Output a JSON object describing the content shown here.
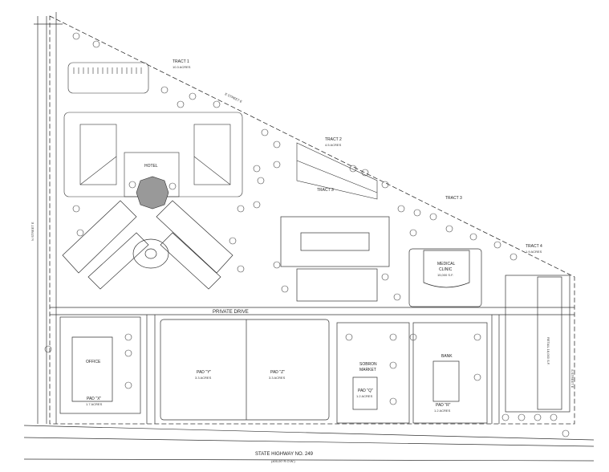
{
  "labels": {
    "tract1": "TRACT 1",
    "tract1_acres": "10.3 ACRES",
    "tract2": "TRACT 2",
    "tract2_acres": "4.5 ACRES",
    "tract3": "TRACT 3",
    "tract4": "TRACT 4",
    "tract4_acres": "1.9 ACRES",
    "hotel": "HOTEL",
    "medical_clinic": "MEDICAL",
    "medical_clinic2": "CLINIC",
    "medical_sf": "15,000 S.F.",
    "retail": "RETAIL 18,000 S.F.",
    "private_drive": "PRIVATE DRIVE",
    "pad_x": "PAD \"X\"",
    "pad_x_acres": "1.7 ACRES",
    "pad_y": "PAD \"Y\"",
    "pad_y_acres": "3.3 ACRES",
    "pad_z": "PAD \"Z\"",
    "pad_z_acres": "3.3 ACRES",
    "pad_q": "PAD \"Q\"",
    "pad_q_acres": "1.2 ACRES",
    "pad_r": "PAD \"R\"",
    "pad_r_acres": "1.2 ACRES",
    "grocery": "SOBRON",
    "grocery2": "MARKET",
    "bank": "BANK",
    "office": "OFFICE",
    "highway": "STATE HIGHWAY NO. 249",
    "highway_row": "(400,00' R.O.W.)",
    "street_left": "N STREET E",
    "street_right": "S STREET E",
    "street_diag": "E STREET E",
    "street_left2": "N STREET E"
  }
}
